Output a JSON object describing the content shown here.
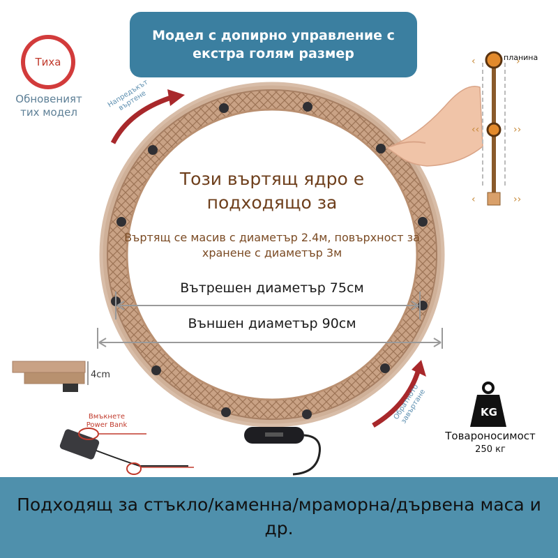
{
  "title": "Модел с допирно управление с екстра голям размер",
  "quiet_badge": {
    "label": "Тиха",
    "subtitle": "Обновеният тих модел"
  },
  "headline": "Този въртящ ядро е подходящо за",
  "specs": "Въртящ се масив с диаметър 2.4м, повърхност за хранене с диаметър 3м",
  "inner_diameter": "Вътрешен диаметър 75см",
  "outer_diameter": "Външен диаметър 90см",
  "rotation_forward": "Напредъкът въртене",
  "rotation_reverse": "Обратното завъртане",
  "pole_label": "планина",
  "thickness": "4cm",
  "power_bank": "Вмъкнете Power Bank",
  "weight_icon": "KG",
  "capacity_label": "Товароносимост",
  "capacity_value": "250 кг",
  "bottom_caption": "Подходящ за стъкло/каменна/мраморна/дървена маса и др.",
  "colors": {
    "title_bg": "#3b7fa0",
    "ring": "#c8a58a",
    "arrow": "#a8282b",
    "bottom_band": "#4f90ac"
  },
  "icons": [
    "pointing-hand-icon",
    "weight-kg-icon",
    "rotation-arrow-icon",
    "cable-icon"
  ]
}
